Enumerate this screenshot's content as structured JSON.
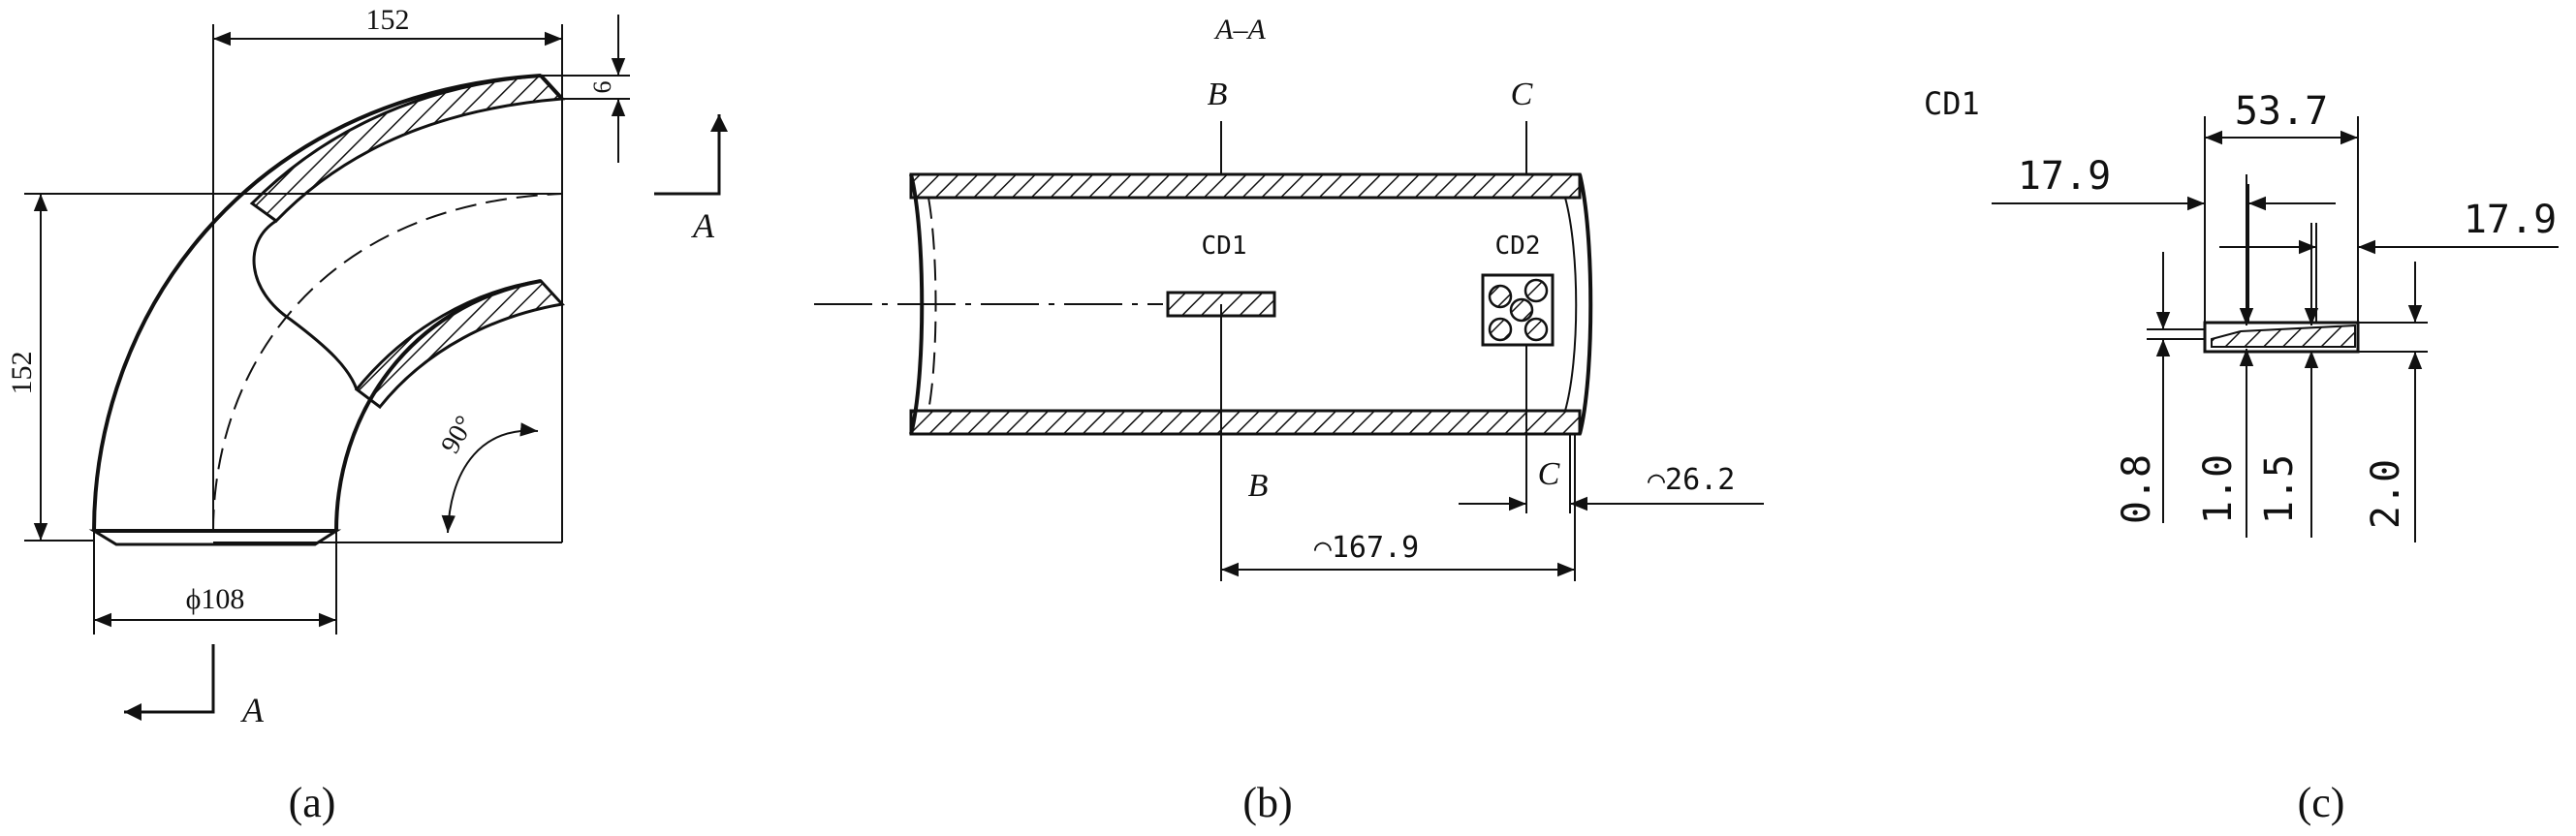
{
  "a": {
    "dim_top": "152",
    "dim_left": "152",
    "dim_wall": "6",
    "dim_diameter": "ϕ108",
    "angle": "90°",
    "section_label_top": "A",
    "section_label_bottom": "A",
    "caption": "(a)"
  },
  "b": {
    "title": "A–A",
    "label_b_top": "B",
    "label_c_top": "C",
    "label_b_bottom": "B",
    "label_c_bottom": "C",
    "cd1": "CD1",
    "cd2": "CD2",
    "dim_arc_long": "⌒167.9",
    "dim_arc_short": "⌒26.2",
    "caption": "(b)"
  },
  "c": {
    "title": "CD1",
    "dim_length": "53.7",
    "dim_left_offset": "17.9",
    "dim_right_offset": "17.9",
    "depth_1": "0.8",
    "depth_2": "1.0",
    "depth_3": "1.5",
    "depth_4": "2.0",
    "caption": "(c)"
  }
}
